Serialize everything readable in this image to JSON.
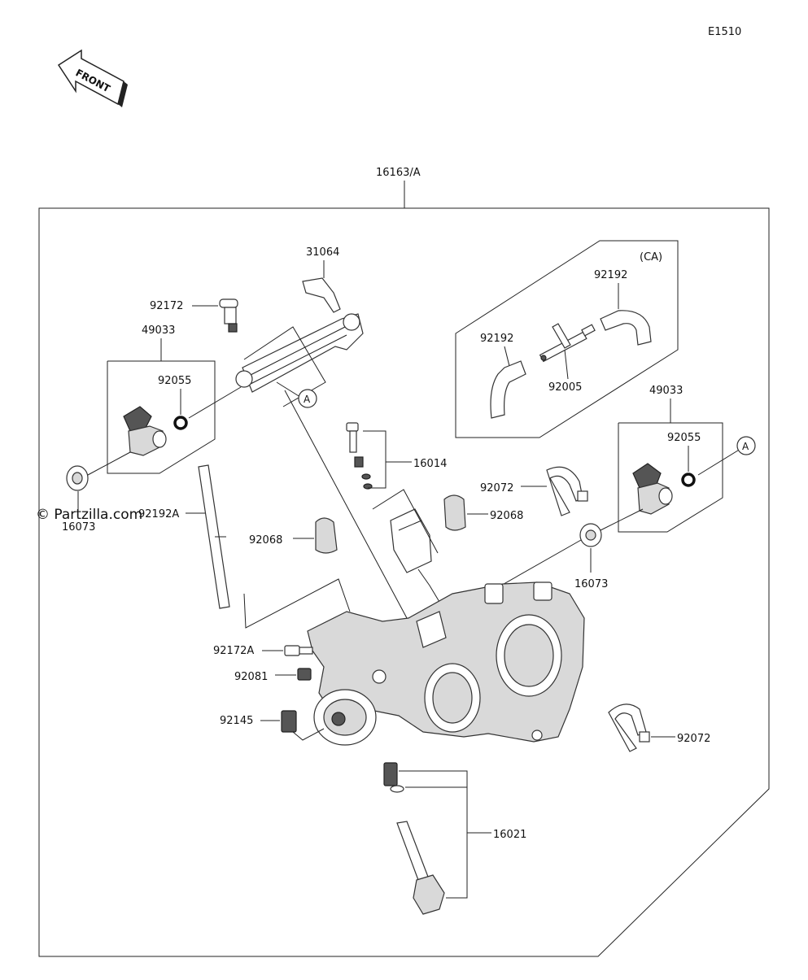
{
  "diagram": {
    "code": "E1510",
    "front_label": "FRONT",
    "watermark": "© Partzilla.com",
    "assembly_label": "16163/A",
    "ca_label": "(CA)",
    "ref_a": "A",
    "parts": {
      "p31064": "31064",
      "p92172": "92172",
      "p49033_left": "49033",
      "p92055_left": "92055",
      "p16073_left": "16073",
      "p92192A": "92192A",
      "p92192_top": "92192",
      "p92192_left": "92192",
      "p92005": "92005",
      "p16014": "16014",
      "p92072_top": "92072",
      "p49033_right": "49033",
      "p92055_right": "92055",
      "p92068_right": "92068",
      "p92068_left": "92068",
      "p16073_right": "16073",
      "p92172A": "92172A",
      "p92081": "92081",
      "p92145": "92145",
      "p92072_bottom": "92072",
      "p16021": "16021"
    }
  }
}
